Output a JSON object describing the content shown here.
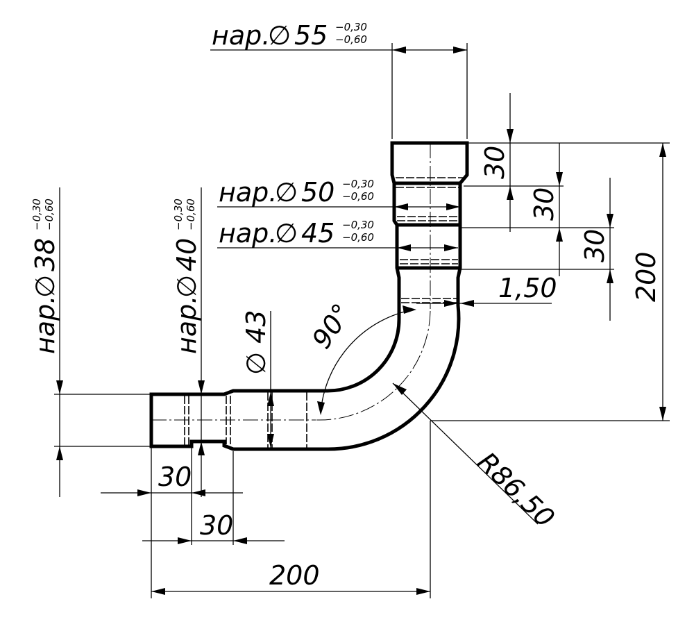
{
  "prefix": "нар.",
  "dia": "∅",
  "top": {
    "size": "55",
    "tol_up": "−0,30",
    "tol_lo": "−0,60"
  },
  "mid1": {
    "size": "50",
    "tol_up": "−0,30",
    "tol_lo": "−0,60"
  },
  "mid2": {
    "size": "45",
    "tol_up": "−0,30",
    "tol_lo": "−0,60"
  },
  "left1": {
    "size": "38",
    "tol_up": "−0,30",
    "tol_lo": "−0,60"
  },
  "left2": {
    "size": "40",
    "tol_up": "−0,30",
    "tol_lo": "−0,60"
  },
  "inner_dia": "∅ 43",
  "wall": "1,50",
  "angle": "90°",
  "radius": "R86,50",
  "step_v1": "30",
  "step_v2": "30",
  "step_v3": "30",
  "height": "200",
  "step_h1": "30",
  "step_h2": "30",
  "width": "200"
}
